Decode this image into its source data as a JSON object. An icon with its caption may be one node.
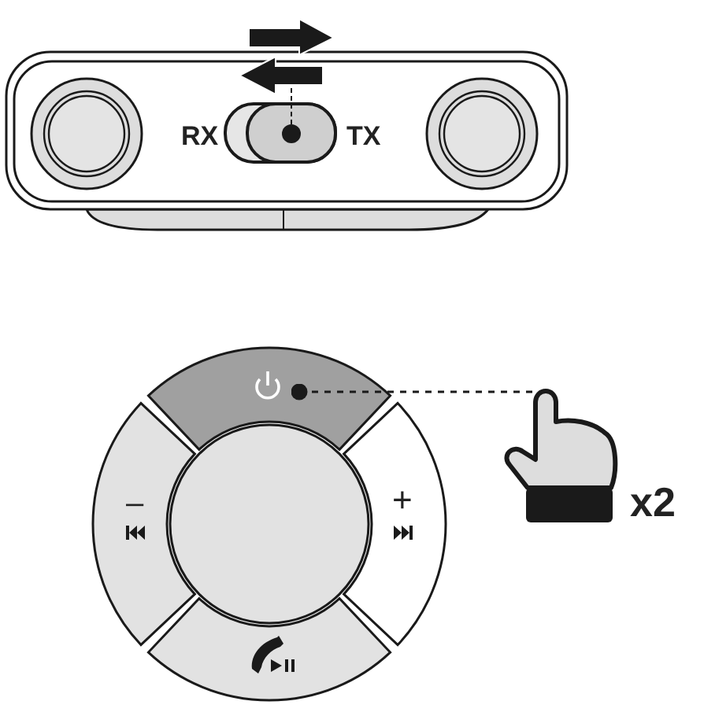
{
  "diagram": {
    "nodes": [
      {
        "text": [],
        "shape": "box"
      },
      {
        "text": [],
        "shape": "picture"
      }
    ],
    "edges": [
      {
        "from": 0,
        "to": 1,
        "arrow": "other",
        "style": "dashed"
      }
    ],
    "labels": [
      "RX",
      "TX",
      "–",
      "+",
      "x2"
    ]
  }
}
